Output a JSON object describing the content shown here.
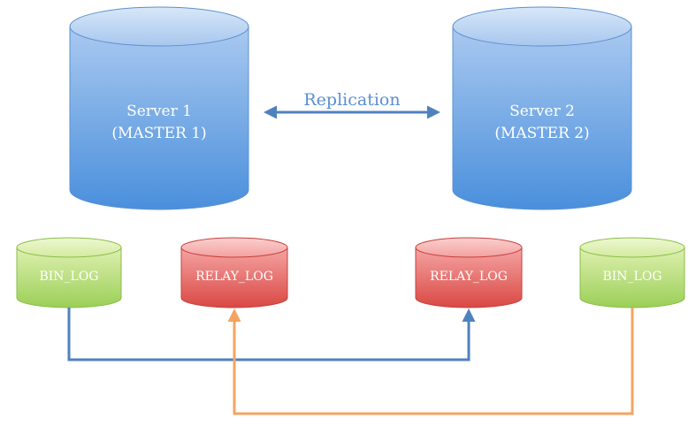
{
  "servers": [
    {
      "line1": "Server 1",
      "line2": "(MASTER 1)"
    },
    {
      "line1": "Server 2",
      "line2": "(MASTER 2)"
    }
  ],
  "replication": {
    "label": "Replication"
  },
  "logs": [
    {
      "label": "BIN_LOG",
      "color": "green"
    },
    {
      "label": "RELAY_LOG",
      "color": "red"
    },
    {
      "label": "RELAY_LOG",
      "color": "red"
    },
    {
      "label": "BIN_LOG",
      "color": "green"
    }
  ],
  "colors": {
    "blue_flow": "#4f81bd",
    "orange_flow": "#f4a460"
  }
}
